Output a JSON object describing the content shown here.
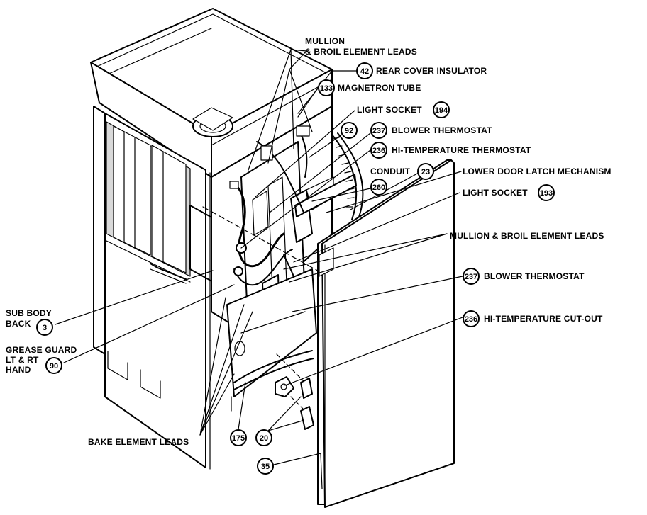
{
  "diagram": {
    "callouts": [
      {
        "id": "c42",
        "number": "42",
        "label": "REAR COVER INSULATOR"
      },
      {
        "id": "c133",
        "number": "133",
        "label": "MAGNETRON TUBE"
      },
      {
        "id": "c194",
        "number": "194",
        "label": "LIGHT SOCKET"
      },
      {
        "id": "c92",
        "number": "92",
        "label": ""
      },
      {
        "id": "c237a",
        "number": "237",
        "label": "BLOWER THERMOSTAT"
      },
      {
        "id": "c236a",
        "number": "236",
        "label": "HI-TEMPERATURE THERMOSTAT"
      },
      {
        "id": "c23",
        "number": "23",
        "label": "CONDUIT"
      },
      {
        "id": "c260",
        "number": "260",
        "label": ""
      },
      {
        "id": "c193",
        "number": "193",
        "label": "LIGHT SOCKET"
      },
      {
        "id": "c237b",
        "number": "237",
        "label": "BLOWER THERMOSTAT"
      },
      {
        "id": "c236b",
        "number": "236",
        "label": "HI-TEMPERATURE CUT-OUT"
      },
      {
        "id": "c3",
        "number": "3",
        "label_lines": [
          "SUB BODY",
          "BACK"
        ]
      },
      {
        "id": "c90",
        "number": "90",
        "label_lines": [
          "GREASE GUARD",
          "LT & RT",
          "HAND"
        ]
      },
      {
        "id": "c175",
        "number": "175",
        "label": ""
      },
      {
        "id": "c20",
        "number": "20",
        "label": ""
      },
      {
        "id": "c35",
        "number": "35",
        "label": ""
      }
    ],
    "text_labels": {
      "mullion_top_line1": "MULLION",
      "mullion_top_line2": "& BROIL ELEMENT LEADS",
      "lower_door_latch": "LOWER DOOR LATCH MECHANISM",
      "mullion_mid": "MULLION & BROIL ELEMENT LEADS",
      "bake_element_leads": "BAKE ELEMENT LEADS"
    }
  }
}
